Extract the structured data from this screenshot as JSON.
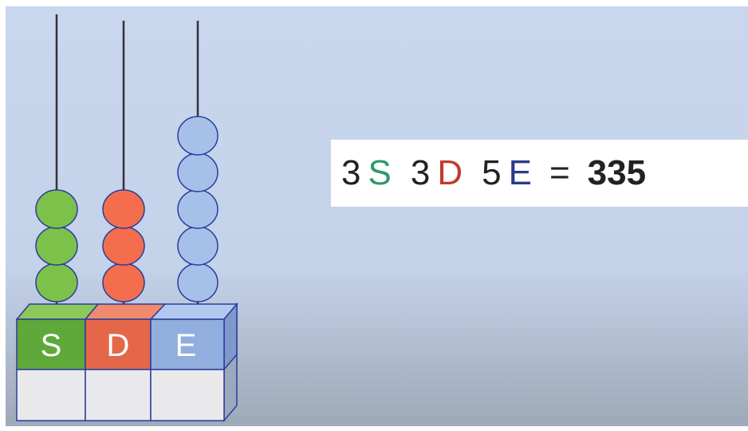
{
  "abacus": {
    "columns": [
      {
        "label": "S",
        "beads": 3,
        "color": "#7cc24a",
        "box_color": "#5fa83a"
      },
      {
        "label": "D",
        "beads": 3,
        "color": "#f46e4e",
        "box_color": "#e4674a"
      },
      {
        "label": "E",
        "beads": 5,
        "color": "#a7c0ea",
        "box_color": "#92aede"
      }
    ]
  },
  "equation": {
    "s_count": "3",
    "s_letter": "S",
    "d_count": "3",
    "d_letter": "D",
    "e_count": "5",
    "e_letter": "E",
    "equals": "=",
    "result": "335"
  },
  "colors": {
    "s_letter": "#2e9a6a",
    "d_letter": "#c23b2e",
    "e_letter": "#2c3a8c"
  }
}
